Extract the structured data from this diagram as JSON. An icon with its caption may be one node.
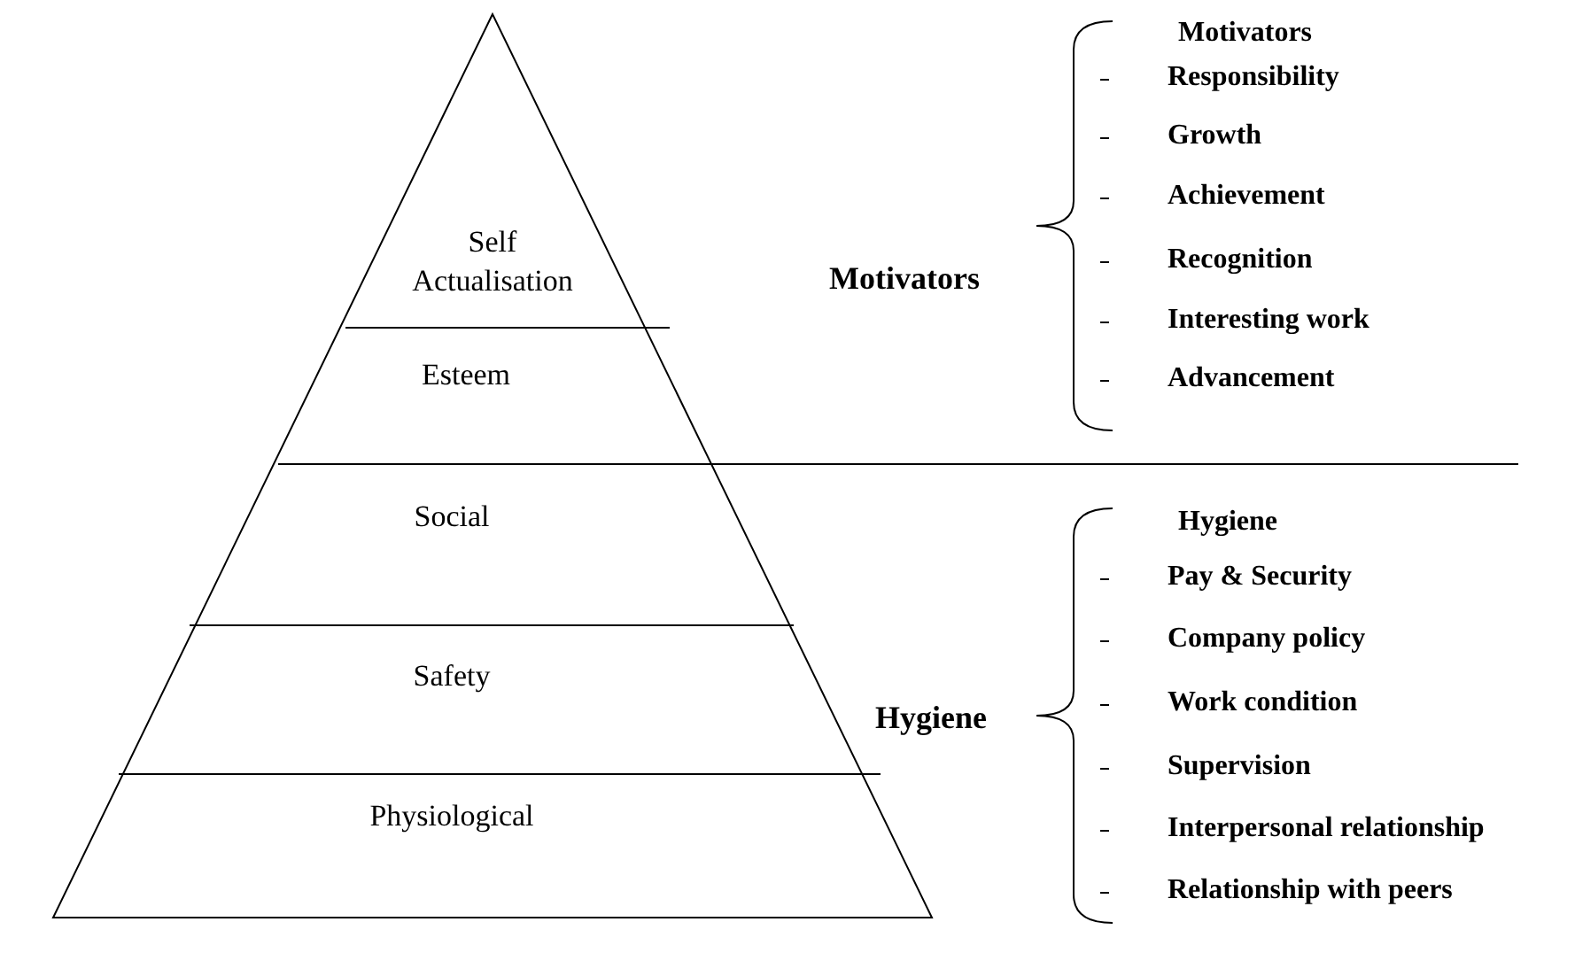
{
  "diagram": {
    "nodes": [
      {
        "text": [
          "Self Actualisation"
        ]
      },
      {
        "text": [
          "Esteem"
        ]
      },
      {
        "text": [
          "Social"
        ]
      },
      {
        "text": [
          "Safety"
        ]
      },
      {
        "text": [
          "Physiological"
        ]
      }
    ],
    "labels": [
      "Motivators",
      "Motivators",
      "Responsibility",
      "Growth",
      "Achievement",
      "Recognition",
      "Interesting work",
      "Advancement",
      "Hygiene",
      "Hygiene",
      "Pay & Security",
      "Company policy",
      "Work condition",
      "Supervision",
      "Interpersonal relationship",
      "Relationship with peers"
    ]
  }
}
